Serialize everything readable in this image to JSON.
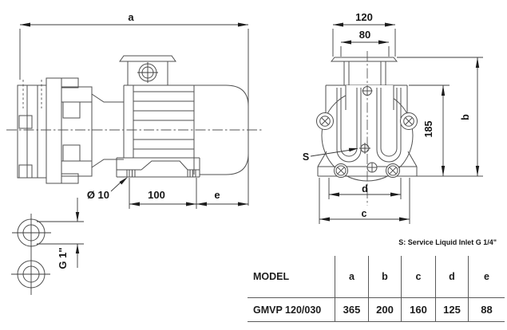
{
  "drawing": {
    "side_view": {
      "dim_a": "a",
      "hole_label": "Ø 10",
      "dim_100": "100",
      "dim_e": "e",
      "port_dim": "G 1\""
    },
    "front_view": {
      "dim_120": "120",
      "dim_80": "80",
      "dim_185": "185",
      "dim_b": "b",
      "dim_d": "d",
      "dim_c": "c",
      "inlet_label": "S"
    },
    "note": "S: Service Liquid Inlet G 1/4\""
  },
  "table": {
    "headers": [
      "MODEL",
      "a",
      "b",
      "c",
      "d",
      "e"
    ],
    "rows": [
      [
        "GMVP 120/030",
        "365",
        "200",
        "160",
        "125",
        "88"
      ]
    ]
  },
  "colors": {
    "line": "#4f4f4f",
    "dimension_line": "#3c3c3c",
    "text": "#161616",
    "background": "#ffffff"
  }
}
